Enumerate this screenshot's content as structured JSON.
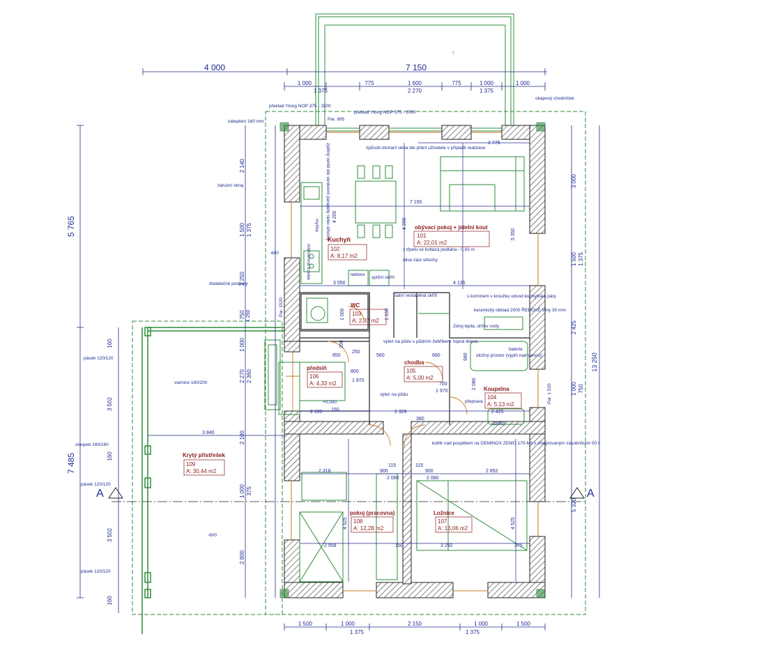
{
  "dims_top_main": [
    "4 000",
    "7 150"
  ],
  "dims_top_row1": [
    "1 000",
    "775",
    "1 600",
    "775",
    "1 000",
    "1 000"
  ],
  "dims_top_row2": [
    "1 375",
    "2 270",
    "1 375"
  ],
  "dims_left_main": [
    "5 765",
    "7 485"
  ],
  "dims_left_kitchen": [
    "2 140",
    "1 500",
    "2 250",
    "750",
    "1 000",
    "2 270"
  ],
  "dims_left_kitchen_sub": [
    "1 375",
    "2 360"
  ],
  "dims_left_shelter": [
    "160",
    "3 502",
    "160",
    "3 502",
    "160"
  ],
  "dims_left_mid": [
    "2 100",
    "1 000",
    "2 800"
  ],
  "dims_left_mid_sub": [
    "375"
  ],
  "dims_right_main": [
    "3 000",
    "1 500",
    "2 425",
    "1 000",
    "5 320"
  ],
  "dims_right_sub": [
    "1 375",
    "750"
  ],
  "dims_right_total": [
    "13 250"
  ],
  "dims_bottom_row1": [
    "1 500",
    "1 000",
    "2 150",
    "1 000",
    "1 500"
  ],
  "dims_bottom_row2": [
    "1 375",
    "1 375"
  ],
  "interior_dims": [
    "2 775",
    "7 150",
    "4 200",
    "4 200",
    "5 350",
    "3 050",
    "4 135",
    "3 840",
    "2 105",
    "2 329",
    "2 425",
    "2 318",
    "2 652",
    "2 958",
    "3 292",
    "4 525",
    "4 525",
    "900",
    "900",
    "2 080",
    "2 080",
    "150",
    "150",
    "380",
    "800",
    "700",
    "1 970",
    "1 970",
    "1 000",
    "1 150",
    "250",
    "200",
    "850",
    "560",
    "660",
    "980",
    "2 080",
    "1 250",
    "115",
    "115",
    "375"
  ],
  "annotations": [
    "zateplení 160 mm",
    "záruční okraj",
    "překlad Ytong NOP 375 - 1500",
    "překlad Ytong NOP 375 - 2000",
    "okapový chodníček",
    "zpětný ventil dle venkovní parapety nebo střechy",
    "způsob otvíraní okna dle přání uživatele v případě realizace",
    "s komínem v kroužku odvod kuchyňské páry",
    "šatní vestavěná skříň",
    "Zdroj tepla, ohřev vody",
    "pásek 120/120",
    "vaznice 160/200",
    "sloupek 160/160",
    "pásek 120/120",
    "pásek 120/120",
    "dodatečné podpěry",
    "výlez na půdu s půdním žebříkem",
    "výlez na půdu",
    "topná tělesa",
    "keramický obklad 2000 ŘEDOVÉ Vlny 30 mm",
    "baterie",
    "úložný prostor (vyplň nad vanou)",
    "kotlík nad poupětem na GEMINOX ZEMO 170-M6 s integrovaným zásobníkem 50 l",
    "Kuchyň",
    "myčka",
    "mikrovlnná trouba",
    "lednice",
    "spížní skříň",
    "Par. 895",
    "Par. 1520",
    "Par. 1 520",
    "+0,000",
    "-600",
    "-600",
    "(2000)",
    "přeprava",
    "z třpelu ve kotlaza podlaha - 0,93 m",
    "ulice část střechy"
  ],
  "rooms": [
    {
      "name": "obývací pokoj + jídelní kout",
      "num": "101",
      "area": "A: 22,01 m2"
    },
    {
      "name": "Kuchyň",
      "num": "102",
      "area": "A: 8,17 m2"
    },
    {
      "name": "WC",
      "num": "103",
      "area": "A: 2,37 m2"
    },
    {
      "name": "Koupelna",
      "num": "104",
      "area": "A: 5,13 m2"
    },
    {
      "name": "chodba",
      "num": "105",
      "area": "A: 5,00 m2"
    },
    {
      "name": "předsíň",
      "num": "106",
      "area": "A: 4,33 m2"
    },
    {
      "name": "Ložnice",
      "num": "107",
      "area": "A: 13,06 m2"
    },
    {
      "name": "pokoj (pracovna)",
      "num": "108",
      "area": "A: 12,28 m2"
    },
    {
      "name": "Krytý přístřešek",
      "num": "109",
      "area": "A: 30,44 m2"
    }
  ],
  "section_marks": [
    "A",
    "A"
  ]
}
